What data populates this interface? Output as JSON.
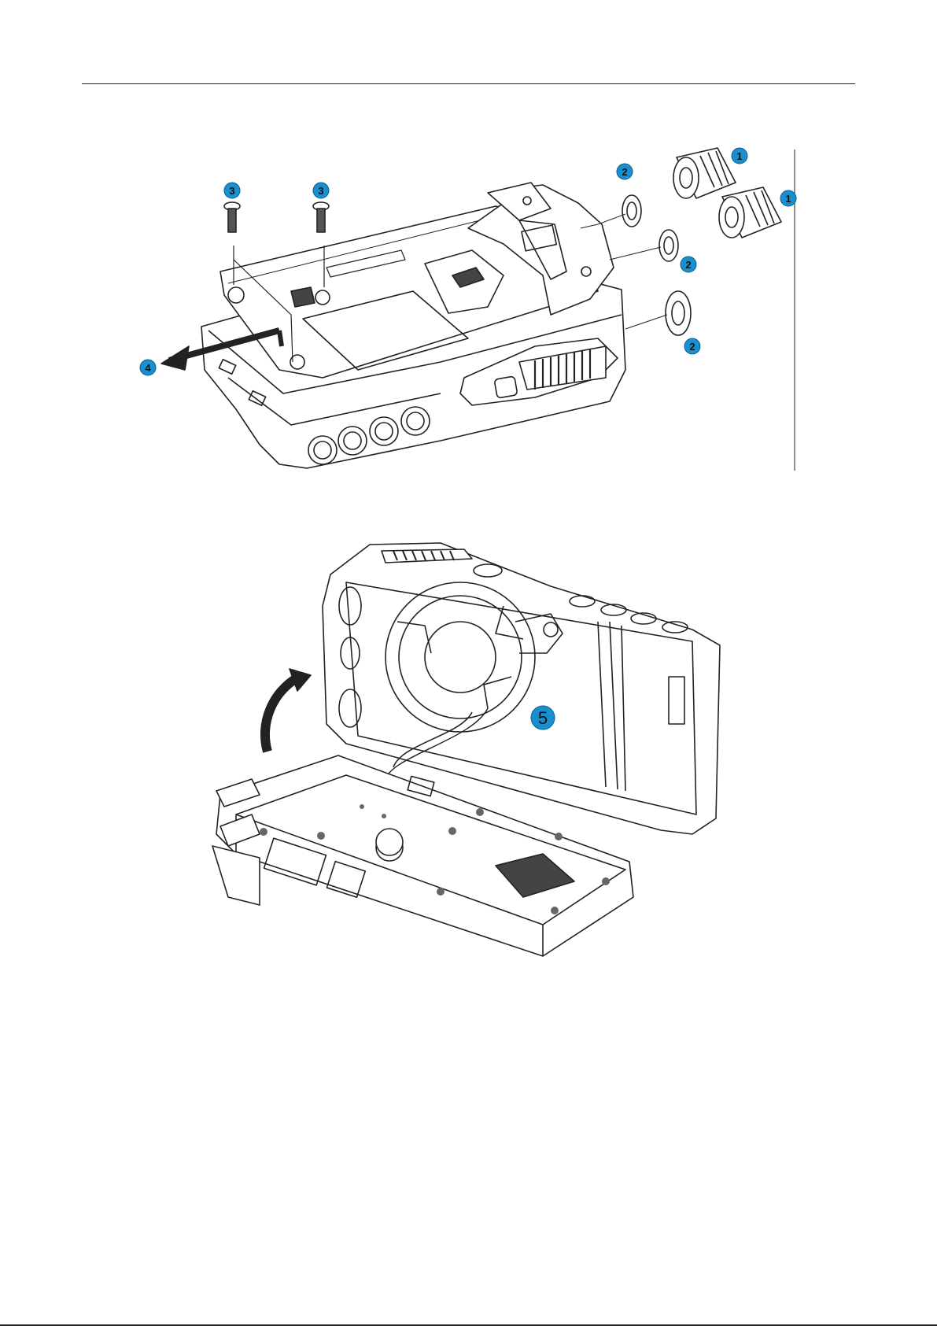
{
  "callouts": {
    "c1a": "1",
    "c1b": "1",
    "c2a": "2",
    "c2b": "2",
    "c2c": "2",
    "c3a": "3",
    "c3b": "3",
    "c4": "4",
    "c5": "5"
  },
  "colors": {
    "callout": "#1a8fd0",
    "line": "#222222"
  }
}
